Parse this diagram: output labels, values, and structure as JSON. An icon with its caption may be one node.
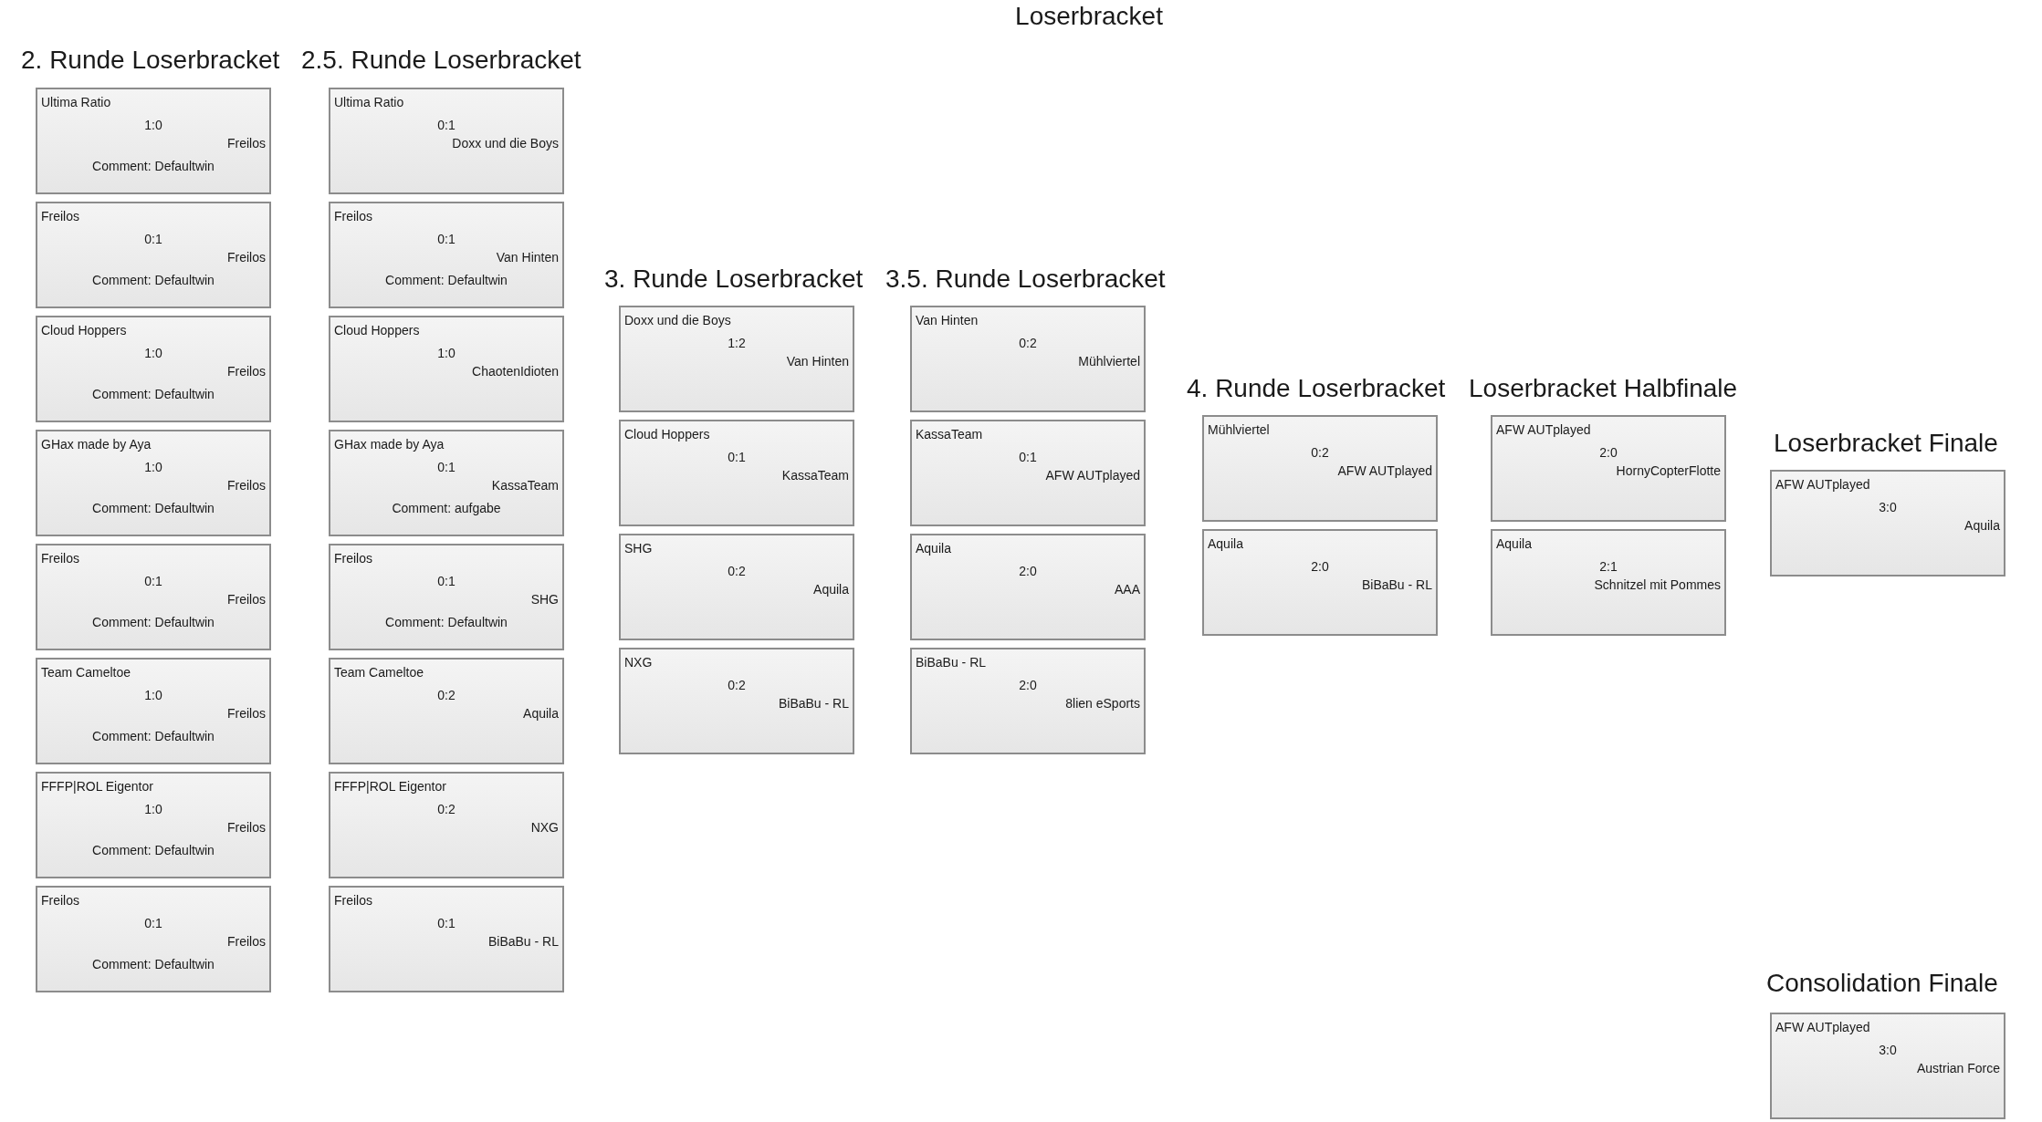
{
  "diagram": {
    "title": "Loserbracket",
    "nodes": [
      {
        "text": [
          "Ultima Ratio",
          "1:0",
          "Freilos",
          "Comment: Defaultwin"
        ]
      },
      {
        "text": [
          "Freilos",
          "0:1",
          "Freilos",
          "Comment: Defaultwin"
        ]
      },
      {
        "text": [
          "Cloud Hoppers",
          "1:0",
          "Freilos",
          "Comment: Defaultwin"
        ]
      },
      {
        "text": [
          "GHax made by Aya",
          "1:0",
          "Freilos",
          "Comment: Defaultwin"
        ]
      },
      {
        "text": [
          "Freilos",
          "0:1",
          "Freilos",
          "Comment: Defaultwin"
        ]
      },
      {
        "text": [
          "Team Cameltoe",
          "1:0",
          "Freilos",
          "Comment: Defaultwin"
        ]
      },
      {
        "text": [
          "FFFP|ROL Eigentor",
          "1:0",
          "Freilos",
          "Comment: Defaultwin"
        ]
      },
      {
        "text": [
          "Freilos",
          "0:1",
          "Freilos",
          "Comment: Defaultwin"
        ]
      },
      {
        "text": [
          "Ultima Ratio",
          "0:1",
          "Doxx und die Boys"
        ]
      },
      {
        "text": [
          "Freilos",
          "0:1",
          "Van Hinten",
          "Comment: Defaultwin"
        ]
      },
      {
        "text": [
          "Cloud Hoppers",
          "1:0",
          "ChaotenIdioten"
        ]
      },
      {
        "text": [
          "GHax made by Aya",
          "0:1",
          "KassaTeam",
          "Comment: aufgabe"
        ]
      },
      {
        "text": [
          "Freilos",
          "0:1",
          "SHG",
          "Comment: Defaultwin"
        ]
      },
      {
        "text": [
          "Team Cameltoe",
          "0:2",
          "Aquila"
        ]
      },
      {
        "text": [
          "FFFP|ROL Eigentor",
          "0:2",
          "NXG"
        ]
      },
      {
        "text": [
          "Freilos",
          "0:1",
          "BiBaBu - RL"
        ]
      },
      {
        "text": [
          "Doxx und die Boys",
          "1:2",
          "Van Hinten"
        ]
      },
      {
        "text": [
          "Cloud Hoppers",
          "0:1",
          "KassaTeam"
        ]
      },
      {
        "text": [
          "SHG",
          "0:2",
          "Aquila"
        ]
      },
      {
        "text": [
          "NXG",
          "0:2",
          "BiBaBu - RL"
        ]
      },
      {
        "text": [
          "Van Hinten",
          "0:2",
          "Mühlviertel"
        ]
      },
      {
        "text": [
          "KassaTeam",
          "0:1",
          "AFW AUTplayed"
        ]
      },
      {
        "text": [
          "Aquila",
          "2:0",
          "AAA"
        ]
      },
      {
        "text": [
          "BiBaBu - RL",
          "2:0",
          "8lien eSports"
        ]
      },
      {
        "text": [
          "Mühlviertel",
          "0:2",
          "AFW AUTplayed"
        ]
      },
      {
        "text": [
          "Aquila",
          "2:0",
          "BiBaBu - RL"
        ]
      },
      {
        "text": [
          "AFW AUTplayed",
          "2:0",
          "HornyCopterFlotte"
        ]
      },
      {
        "text": [
          "Aquila",
          "2:1",
          "Schnitzel mit Pommes"
        ]
      },
      {
        "text": [
          "AFW AUTplayed",
          "3:0",
          "Aquila"
        ]
      },
      {
        "text": [
          "AFW AUTplayed",
          "3:0",
          "Austrian Force"
        ]
      }
    ],
    "labels": [
      "2. Runde Loserbracket",
      "2.5. Runde Loserbracket",
      "3. Runde Loserbracket",
      "3.5. Runde Loserbracket",
      "4. Runde Loserbracket",
      "Loserbracket Halbfinale",
      "Loserbracket Finale",
      "Consolidation Finale"
    ]
  }
}
